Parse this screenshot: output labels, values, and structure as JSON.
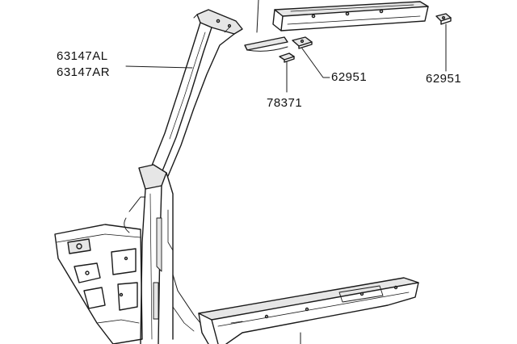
{
  "diagram": {
    "callouts": {
      "pillar_left": "63147AL",
      "pillar_right": "63147AR",
      "bracket_center": "62951",
      "bracket_right": "62951",
      "clip": "78371"
    },
    "colors": {
      "line": "#1a1a1a",
      "background": "#ffffff",
      "shade": "#e6e6e6"
    }
  }
}
